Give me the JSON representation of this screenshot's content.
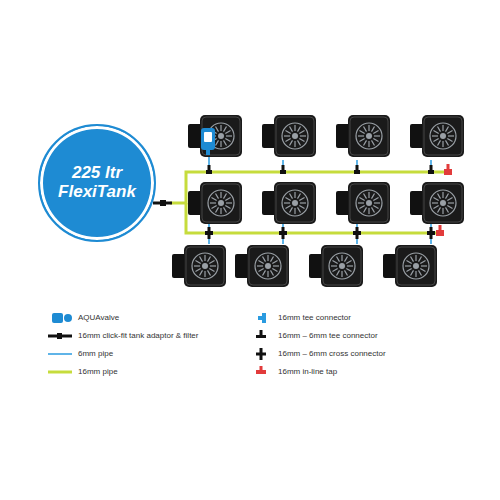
{
  "diagram": {
    "nodes": [
      {
        "text": [
          "225 ltr FlexiTank"
        ]
      }
    ],
    "legend": [
      {
        "text": "AQUAvalve"
      },
      {
        "text": "16mm click-fit tank adaptor & filter"
      },
      {
        "text": "6mm pipe"
      },
      {
        "text": "16mm pipe"
      },
      {
        "text": "16mm tee connector"
      },
      {
        "text": "16mm – 6mm tee connector"
      },
      {
        "text": "16mm – 6mm cross connector"
      },
      {
        "text": "16mm in-line tap"
      }
    ]
  }
}
